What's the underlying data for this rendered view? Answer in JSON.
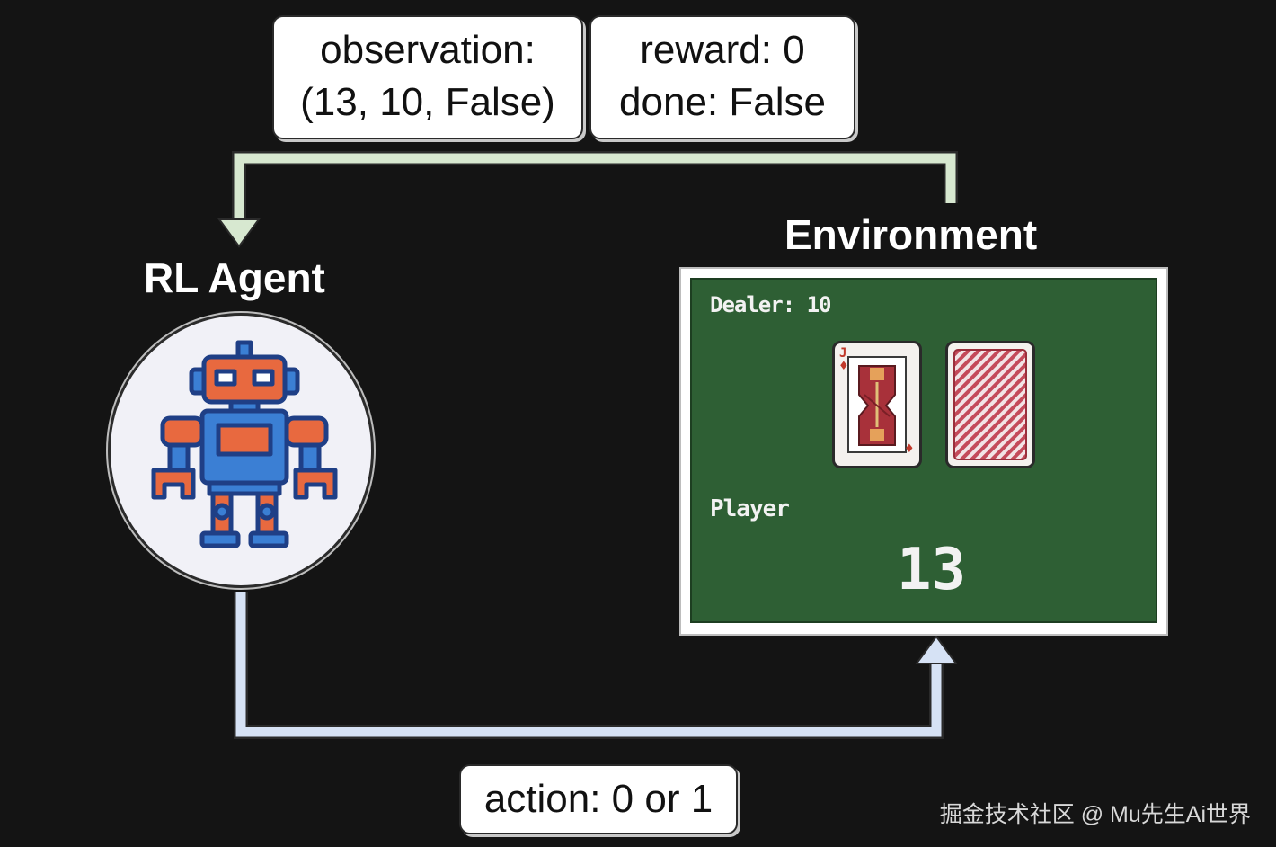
{
  "observation": {
    "line1": "observation:",
    "line2": "(13, 10, False)"
  },
  "reward_done": {
    "line1": "reward: 0",
    "line2": "done: False"
  },
  "action": {
    "label": "action: 0 or 1"
  },
  "agent": {
    "title": "RL Agent",
    "icon": "robot-icon"
  },
  "environment": {
    "title": "Environment",
    "dealer_label": "Dealer: 10",
    "player_label": "Player",
    "player_sum": "13",
    "dealer_cards": [
      "jack-of-diamonds-card",
      "face-down-card"
    ],
    "table_color": "#2e5f34"
  },
  "colors": {
    "observation_arrow": "#d7e8d0",
    "action_arrow": "#d6e2f5",
    "background": "#141414"
  },
  "watermark": "掘金技术社区 @ Mu先生Ai世界"
}
